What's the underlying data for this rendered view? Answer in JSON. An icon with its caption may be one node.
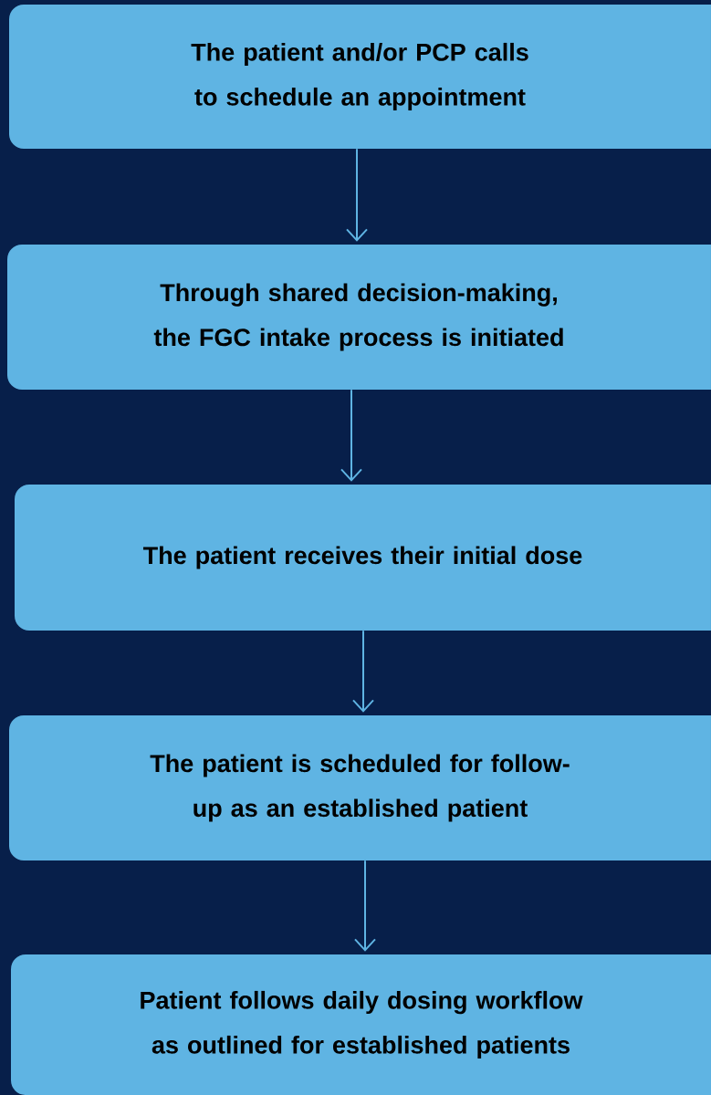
{
  "diagram": {
    "nodes": [
      {
        "text": [
          "The patient and/or PCP calls to schedule an appointment"
        ]
      },
      {
        "text": [
          "Through shared decision-making, the FGC intake process is initiated"
        ]
      },
      {
        "text": [
          "The patient receives their initial dose"
        ]
      },
      {
        "text": [
          "The patient is scheduled for follow-up as an established patient"
        ]
      },
      {
        "text": [
          "Patient follows daily dosing workflow as outlined for established patients"
        ]
      }
    ],
    "edges": [
      {
        "from": 0,
        "to": 1,
        "arrow": "to"
      },
      {
        "from": 1,
        "to": 2,
        "arrow": "to"
      },
      {
        "from": 2,
        "to": 3,
        "arrow": "to"
      },
      {
        "from": 3,
        "to": 4,
        "arrow": "to"
      }
    ]
  }
}
